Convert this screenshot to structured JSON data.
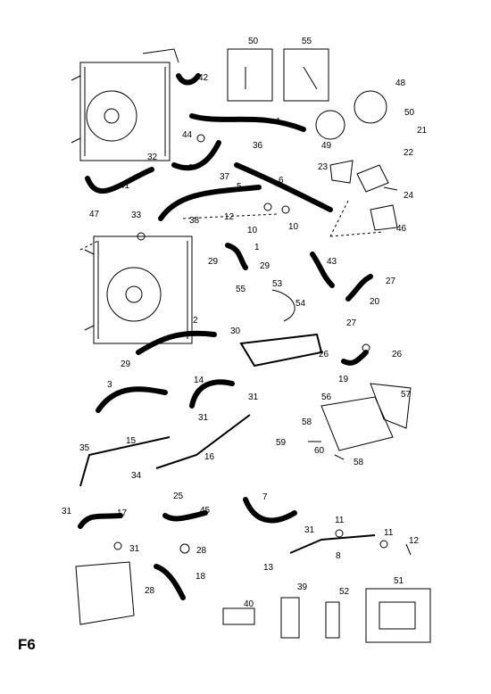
{
  "page_label": "F6",
  "callouts": [
    "50",
    "55",
    "42",
    "48",
    "50",
    "4",
    "21",
    "44",
    "36",
    "49",
    "22",
    "32",
    "23",
    "9",
    "6",
    "37",
    "41",
    "5",
    "24",
    "47",
    "33",
    "38",
    "12",
    "10",
    "10",
    "46",
    "1",
    "29",
    "29",
    "43",
    "27",
    "53",
    "55",
    "54",
    "20",
    "27",
    "2",
    "30",
    "29",
    "26",
    "26",
    "19",
    "3",
    "14",
    "31",
    "56",
    "57",
    "31",
    "58",
    "15",
    "35",
    "59",
    "60",
    "58",
    "16",
    "34",
    "25",
    "7",
    "31",
    "17",
    "45",
    "11",
    "31",
    "11",
    "12",
    "28",
    "13",
    "8",
    "31",
    "39",
    "52",
    "51",
    "28",
    "18",
    "40"
  ],
  "colors": {
    "ink": "#000000",
    "paper": "#ffffff"
  }
}
